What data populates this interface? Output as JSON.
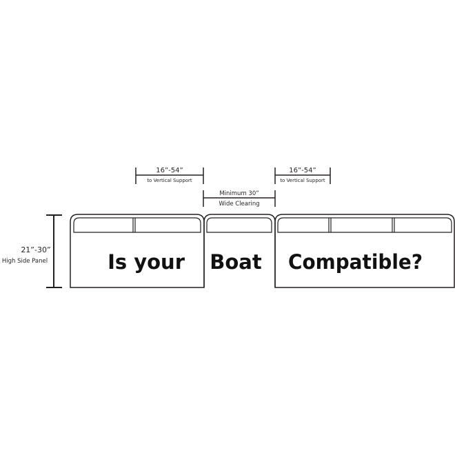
{
  "diagram": {
    "left_dim": {
      "value": "16”-54”",
      "caption": "to Vertical Support"
    },
    "right_dim": {
      "value": "16”-54”",
      "caption": "to Vertical Support"
    },
    "middle_dim": {
      "value": "Minimum 30”",
      "caption": "Wide Clearing"
    },
    "height_dim": {
      "value": "21”-30”",
      "caption": "High Side Panel"
    },
    "headline": {
      "part1": "Is your",
      "part2": "Boat",
      "part3": "Compatible?"
    },
    "colors": {
      "line": "#231f20",
      "text": "#111111",
      "background": "#ffffff"
    }
  }
}
